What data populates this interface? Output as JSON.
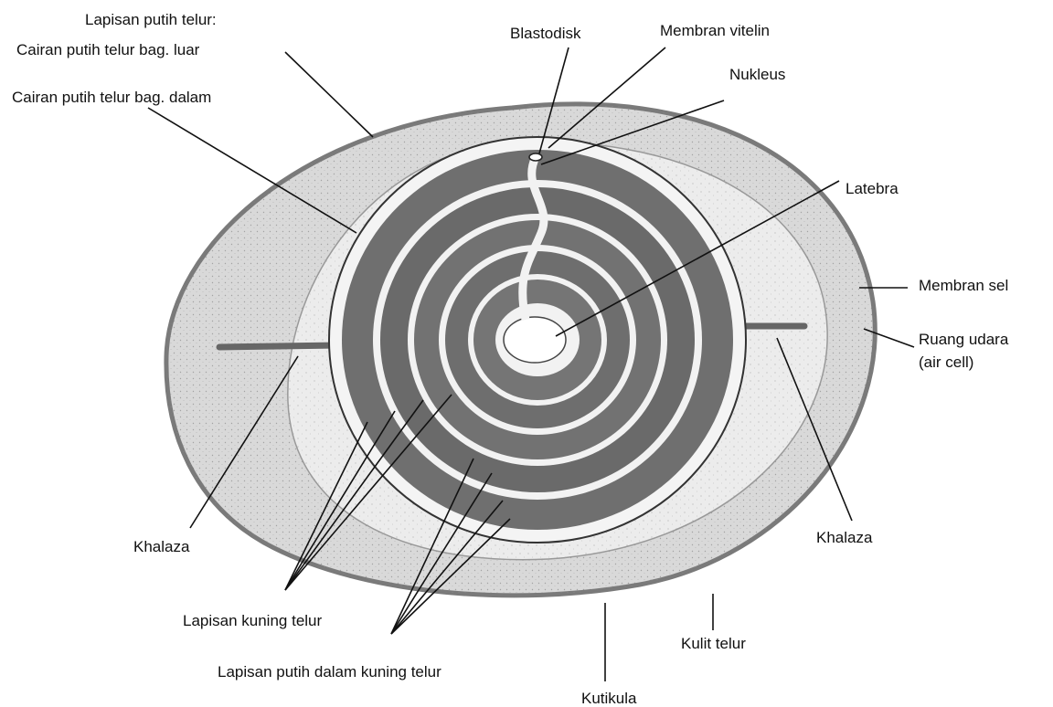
{
  "diagram": {
    "labels": {
      "outer_albumen_heading": "Lapisan putih telur:",
      "outer_albumen": "Cairan putih telur bag. luar",
      "inner_albumen": "Cairan putih telur bag. dalam",
      "blastodisk": "Blastodisk",
      "vitelline_membrane": "Membran vitelin",
      "nucleus": "Nukleus",
      "latebra": "Latebra",
      "cell_membrane": "Membran sel",
      "air_cell_1": "Ruang udara",
      "air_cell_2": "(air cell)",
      "chalaza_left": "Khalaza",
      "chalaza_right": "Khalaza",
      "yolk_layers": "Lapisan kuning telur",
      "white_yolk_layers": "Lapisan putih dalam kuning telur",
      "shell": "Kulit telur",
      "cuticle": "Kutikula"
    },
    "colors": {
      "line": "#111111",
      "dark_yolk": "#6f6f6f",
      "light_yolk": "#f2f2f2",
      "albumen_outer": "#d9d9d9",
      "albumen_inner": "#ececec",
      "shell": "#8a8a8a"
    }
  }
}
